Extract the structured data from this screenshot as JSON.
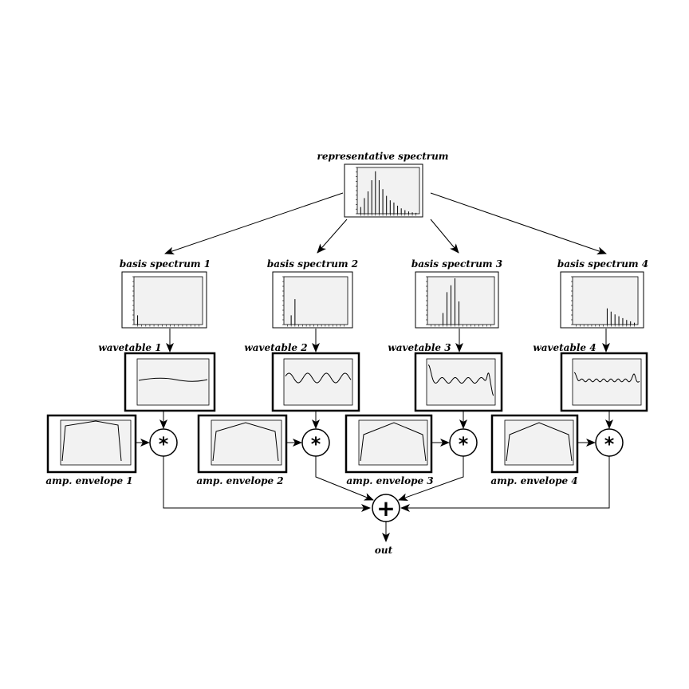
{
  "labels": {
    "representative": "representative spectrum",
    "basis_1": "basis spectrum 1",
    "basis_2": "basis spectrum 2",
    "basis_3": "basis spectrum 3",
    "basis_4": "basis spectrum 4",
    "wavetable_1": "wavetable 1",
    "wavetable_2": "wavetable 2",
    "wavetable_3": "wavetable 3",
    "wavetable_4": "wavetable 4",
    "envelope_1": "amp. envelope 1",
    "envelope_2": "amp. envelope 2",
    "envelope_3": "amp. envelope 3",
    "envelope_4": "amp. envelope 4",
    "output": "out"
  },
  "operators": {
    "multiply": "*",
    "add": "+"
  },
  "spectra": {
    "representative": [
      0.15,
      0.35,
      0.5,
      0.75,
      0.95,
      0.75,
      0.55,
      0.4,
      0.3,
      0.25,
      0.18,
      0.12,
      0.08,
      0.05,
      0.03,
      0.02
    ],
    "basis_1": [
      0.2
    ],
    "basis_2": [
      0,
      0.2,
      0.55
    ],
    "basis_3": [
      0,
      0,
      0,
      0.25,
      0.7,
      0.85,
      1.0,
      0.5
    ],
    "basis_4": [
      0,
      0,
      0,
      0,
      0,
      0,
      0,
      0,
      0.35,
      0.28,
      0.22,
      0.18,
      0.14,
      0.1,
      0.07,
      0.04
    ]
  }
}
